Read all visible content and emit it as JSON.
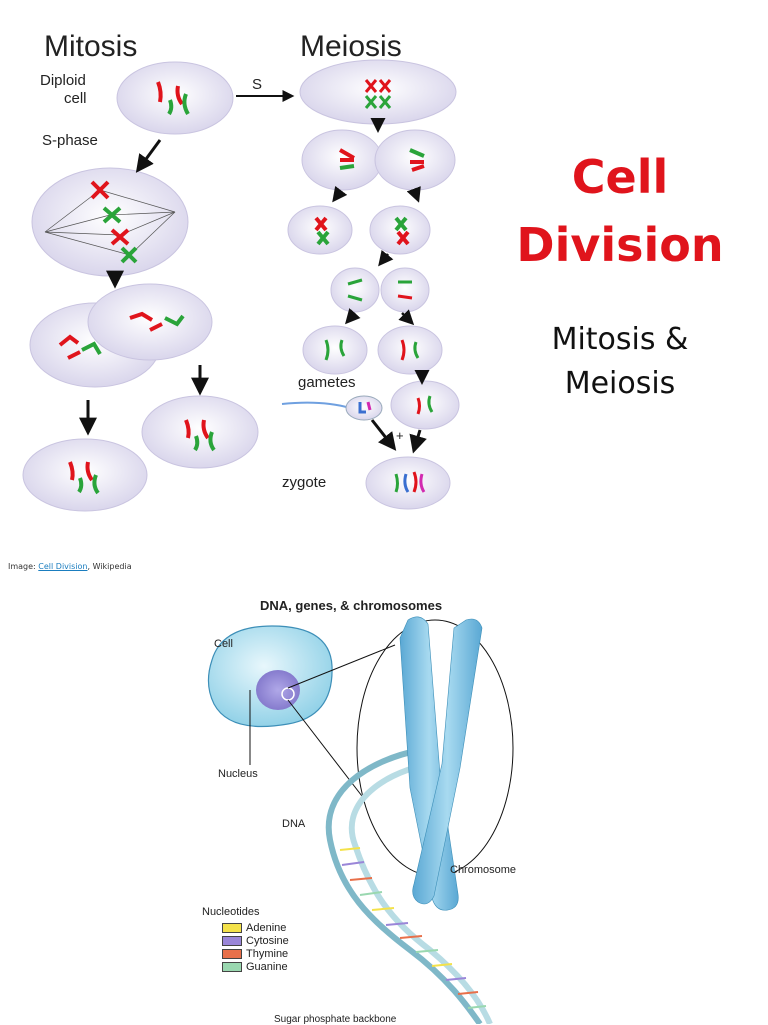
{
  "title": {
    "line1": "Cell",
    "line2": "Division",
    "subtitle_line1": "Mitosis &",
    "subtitle_line2": "Meiosis"
  },
  "diagram1": {
    "mitosis_header": "Mitosis",
    "meiosis_header": "Meiosis",
    "diploid_line1": "Diploid",
    "diploid_line2": "cell",
    "s_label": "S",
    "s_phase": "S-phase",
    "gametes": "gametes",
    "zygote": "zygote",
    "plus": "+"
  },
  "caption": {
    "prefix": "Image: ",
    "link_text": "Cell Division",
    "suffix": ", Wikipedia"
  },
  "diagram2": {
    "title": "DNA, genes, & chromosomes",
    "cell": "Cell",
    "nucleus": "Nucleus",
    "dna": "DNA",
    "chromosome": "Chromosome",
    "nucleotides": "Nucleotides",
    "legend": [
      {
        "name": "Adenine",
        "color": "#f4e24a"
      },
      {
        "name": "Cytosine",
        "color": "#9a86d8"
      },
      {
        "name": "Thymine",
        "color": "#e8704a"
      },
      {
        "name": "Guanine",
        "color": "#9ad8b0"
      }
    ],
    "backbone": "Sugar phosphate backbone"
  },
  "colors": {
    "title_red": "#e0141c",
    "chromosome_red": "#e0141c",
    "chromosome_green": "#2aa43a",
    "cell_fill": "#e9e6f4",
    "chromo_blue": "#7fbfe0"
  }
}
